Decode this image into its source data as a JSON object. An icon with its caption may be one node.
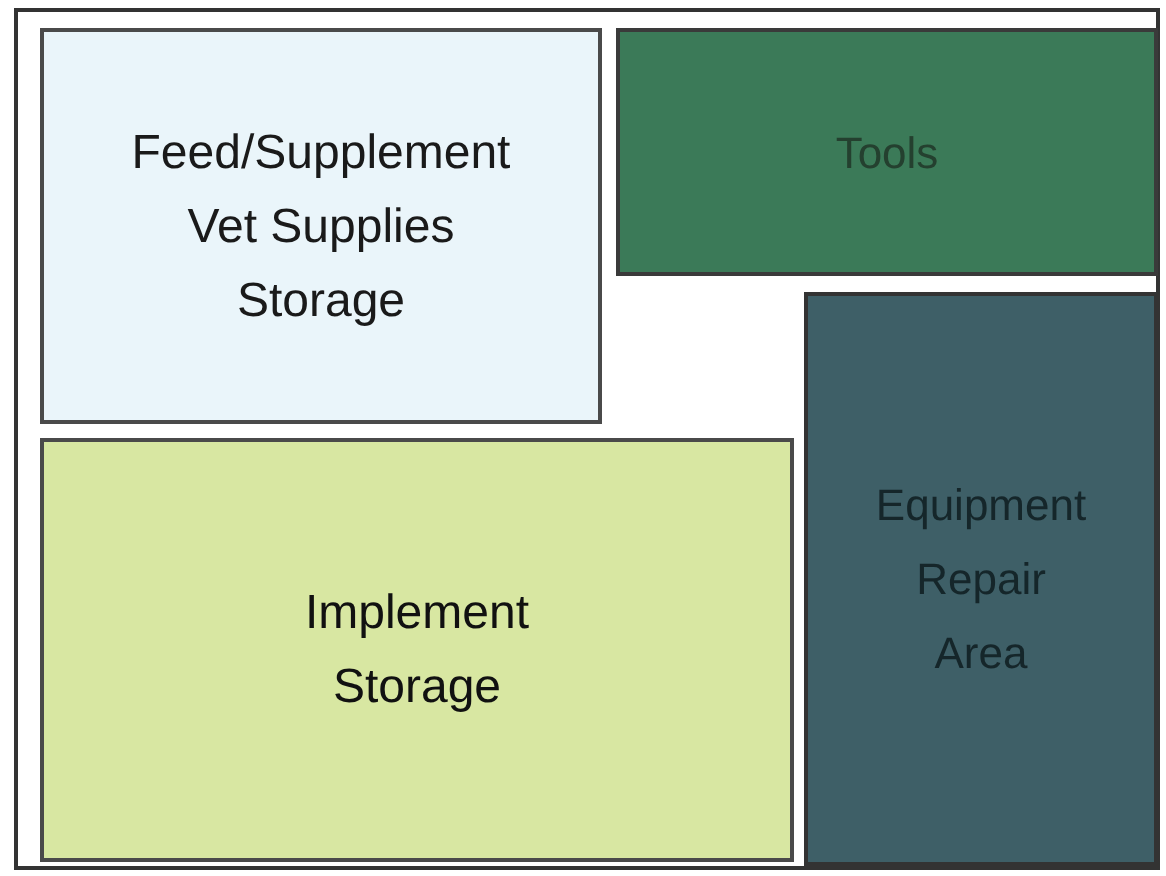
{
  "diagram": {
    "nodes": [
      {
        "text": [],
        "shape": "box"
      },
      {
        "text": [
          "Feed/Supplement Vet Supplies Storage"
        ],
        "in": 0
      },
      {
        "text": [
          "Tools"
        ],
        "in": 0
      },
      {
        "text": [
          "Equipment Repair Area"
        ],
        "in": 0
      },
      {
        "text": [
          "Implement Storage"
        ],
        "in": 0
      }
    ]
  }
}
